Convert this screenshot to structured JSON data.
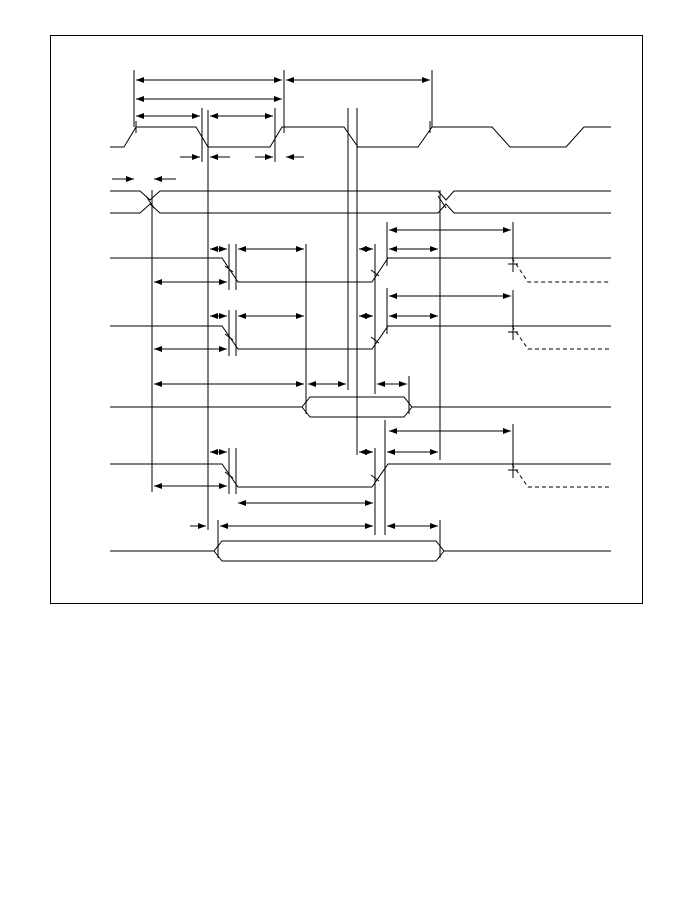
{
  "diagram": {
    "kind": "timing-diagram",
    "signal_labels": [],
    "line_color": "#000000",
    "background": "#ffffff",
    "dashed_tails": 3,
    "bus_windows": 3
  }
}
